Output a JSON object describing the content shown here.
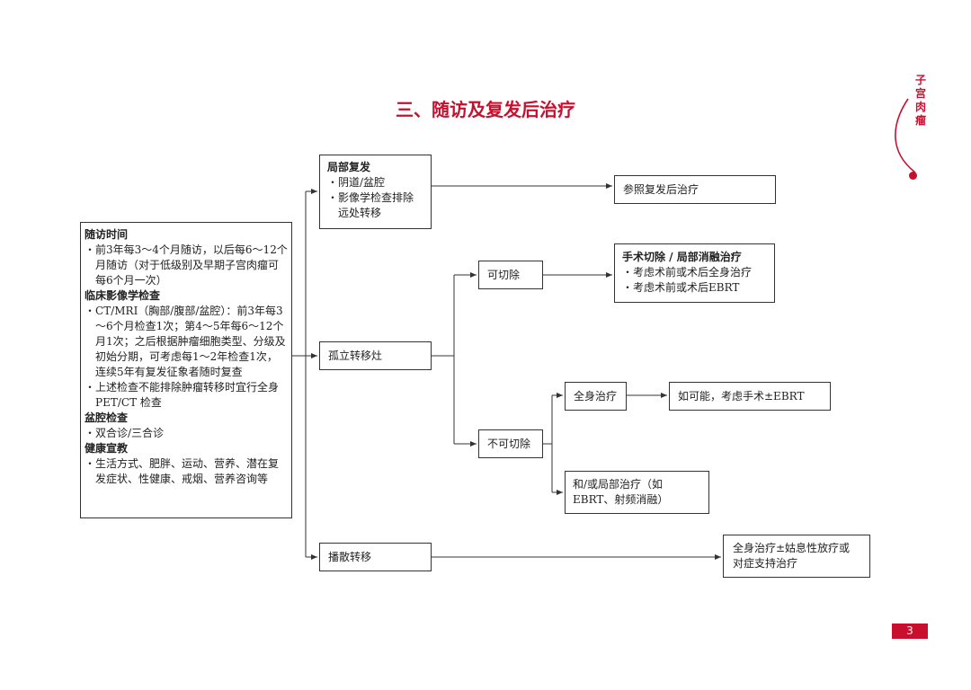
{
  "page": {
    "title": "三、随访及复发后治疗",
    "side_label": "子宫肉瘤",
    "page_number": "3",
    "accent_color": "#c8102e"
  },
  "followup": {
    "h1": "随访时间",
    "i1": "前3年每3～4个月随访，以后每6～12个月随访（对于低级别及早期子宫肉瘤可每6个月一次）",
    "h2": "临床影像学检查",
    "i2": "CT/MRI（胸部/腹部/盆腔）：前3年每3～6个月检查1次；第4～5年每6～12个月1次；之后根据肿瘤细胞类型、分级及初始分期，可考虑每1～2年检查1次，连续5年有复发征象者随时复查",
    "i3": "上述检查不能排除肿瘤转移时宜行全身PET/CT 检查",
    "h3": "盆腔检查",
    "i4": "双合诊/三合诊",
    "h4": "健康宣教",
    "i5": "生活方式、肥胖、运动、营养、潜在复发症状、性健康、戒烟、营养咨询等"
  },
  "local": {
    "head": "局部复发",
    "i1": "阴道/盆腔",
    "i2": "影像学检查排除远处转移"
  },
  "local_target": "参照复发后治疗",
  "isolated": "孤立转移灶",
  "resectable": "可切除",
  "surgery": {
    "head": "手术切除 / 局部消融治疗",
    "i1": "考虑术前或术后全身治疗",
    "i2": "考虑术前或术后EBRT"
  },
  "unresectable": "不可切除",
  "systemic": "全身治疗",
  "systemic_next": "如可能，考虑手术±EBRT",
  "local_therapy": "和/或局部治疗（如EBRT、射频消融）",
  "disseminated": "播散转移",
  "disseminated_target": "全身治疗±姑息性放疗或对症支持治疗"
}
